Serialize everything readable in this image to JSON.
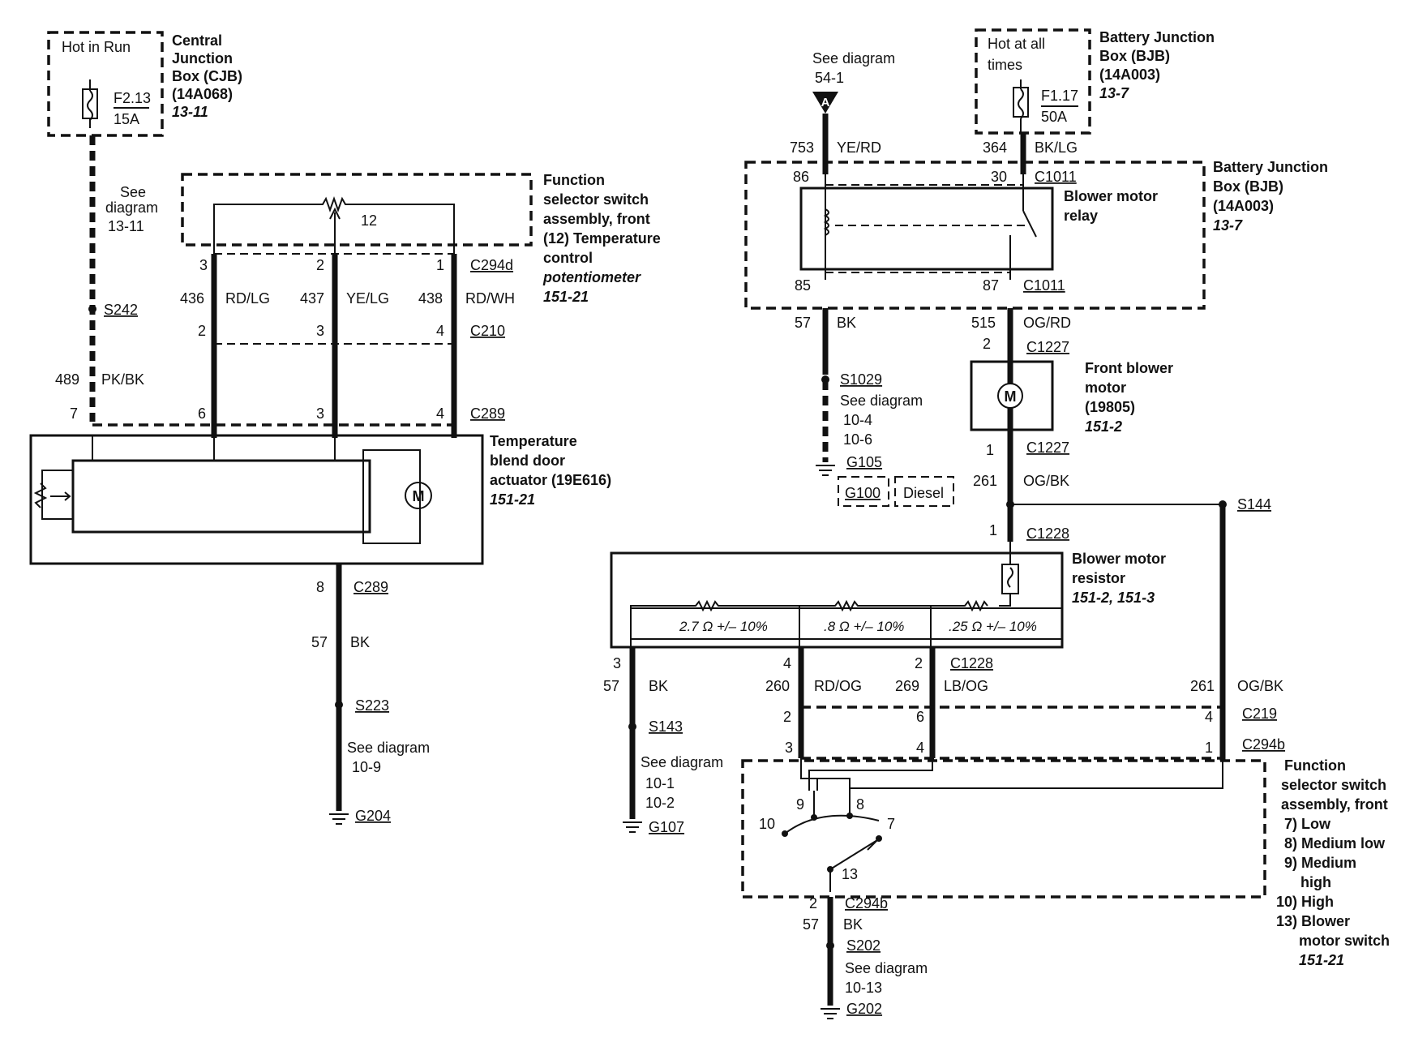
{
  "left": {
    "cjb": {
      "hot": "Hot in Run",
      "fuse_id": "F2.13",
      "fuse_rating": "15A",
      "lines": [
        "Central",
        "Junction",
        "Box (CJB)",
        "(14A068)"
      ],
      "ref": "13-11"
    },
    "see_cjb": [
      "See",
      "diagram",
      "13-11"
    ],
    "splice_s242": "S242",
    "wire_489": {
      "circuit": "489",
      "color": "PK/BK"
    },
    "pin7": "7",
    "selector_front": {
      "lines": [
        "Function",
        "selector switch",
        "assembly, front",
        "(12) Temperature",
        "control"
      ],
      "italic": "potentiometer",
      "ref": "151-21",
      "pot_num": "12"
    },
    "pins_c294d": [
      "3",
      "2",
      "1"
    ],
    "c294d": "C294d",
    "wires_top": [
      {
        "circuit": "436",
        "color": "RD/LG"
      },
      {
        "circuit": "437",
        "color": "YE/LG"
      },
      {
        "circuit": "438",
        "color": "RD/WH"
      }
    ],
    "pins_c210": [
      "2",
      "3",
      "4"
    ],
    "c210": "C210",
    "pins_c289": [
      "6",
      "3",
      "4"
    ],
    "c289": "C289",
    "actuator": {
      "lines": [
        "Temperature",
        "blend door",
        "actuator (19E616)"
      ],
      "ref": "151-21",
      "motor": "M"
    },
    "pin8": "8",
    "c289_bottom": "C289",
    "ground_wire": {
      "circuit": "57",
      "color": "BK"
    },
    "splice_s223": "S223",
    "see_10_9": [
      "See diagram",
      "10-9"
    ],
    "g204": "G204"
  },
  "right": {
    "see_54_1": [
      "See diagram",
      "54-1"
    ],
    "connector_a": "A",
    "wire_753": {
      "circuit": "753",
      "color": "YE/RD"
    },
    "bjb_top": {
      "hot": [
        "Hot at all",
        "times"
      ],
      "fuse_id": "F1.17",
      "fuse_rating": "50A",
      "lines": [
        "Battery Junction",
        "Box (BJB)",
        "(14A003)"
      ],
      "ref": "13-7"
    },
    "wire_364": {
      "circuit": "364",
      "color": "BK/LG"
    },
    "relay": {
      "pin86": "86",
      "pin30": "30",
      "pin85": "85",
      "pin87": "87",
      "c1011_top": "C1011",
      "c1011_bottom": "C1011",
      "lines": [
        "Blower motor",
        "relay"
      ]
    },
    "bjb_right": {
      "lines": [
        "Battery Junction",
        "Box (BJB)",
        "(14A003)"
      ],
      "ref": "13-7"
    },
    "wire_57a": {
      "circuit": "57",
      "color": "BK"
    },
    "wire_515": {
      "circuit": "515",
      "color": "OG/RD"
    },
    "pin2_c1227": "2",
    "c1227_top": "C1227",
    "blower": {
      "lines": [
        "Front blower",
        "motor",
        "(19805)"
      ],
      "ref": "151-2",
      "motor": "M"
    },
    "s1029": "S1029",
    "see_10_4": [
      "See diagram",
      "10-4",
      "10-6"
    ],
    "g105": "G105",
    "g100": "G100",
    "diesel": "Diesel",
    "pin1_c1227": "1",
    "c1227_bottom": "C1227",
    "wire_261": {
      "circuit": "261",
      "color": "OG/BK"
    },
    "s144": "S144",
    "pin1_c1228": "1",
    "c1228_top": "C1228",
    "resistor": {
      "lines": [
        "Blower motor",
        "resistor"
      ],
      "ref": "151-2, 151-3",
      "values": [
        "2.7 Ω +/– 10%",
        ".8 Ω +/– 10%",
        ".25 Ω +/– 10%"
      ]
    },
    "pins_c1228": [
      "3",
      "4",
      "2"
    ],
    "c1228_bottom": "C1228",
    "wire_57b": {
      "circuit": "57",
      "color": "BK"
    },
    "wire_260": {
      "circuit": "260",
      "color": "RD/OG"
    },
    "wire_269": {
      "circuit": "269",
      "color": "LB/OG"
    },
    "wire_261b": {
      "circuit": "261",
      "color": "OG/BK"
    },
    "s143": "S143",
    "see_10_1": [
      "See diagram",
      "10-1",
      "10-2"
    ],
    "g107": "G107",
    "pins_c219": [
      "2",
      "6",
      "4"
    ],
    "c219": "C219",
    "pins_c294b": [
      "3",
      "4",
      "1"
    ],
    "c294b": "C294b",
    "switch_pins": {
      "p9": "9",
      "p8": "8",
      "p10": "10",
      "p7": "7",
      "p13": "13"
    },
    "selector_blower": {
      "lines": [
        "Function",
        "selector switch",
        "assembly, front",
        "7) Low",
        "8) Medium low",
        "9) Medium",
        "high",
        "10) High",
        "13) Blower",
        "motor switch"
      ],
      "ref": "151-21"
    },
    "pin2_c294b": "2",
    "c294b_bottom": "C294b",
    "wire_57c": {
      "circuit": "57",
      "color": "BK"
    },
    "s202": "S202",
    "see_10_13": [
      "See diagram",
      "10-13"
    ],
    "g202": "G202"
  }
}
